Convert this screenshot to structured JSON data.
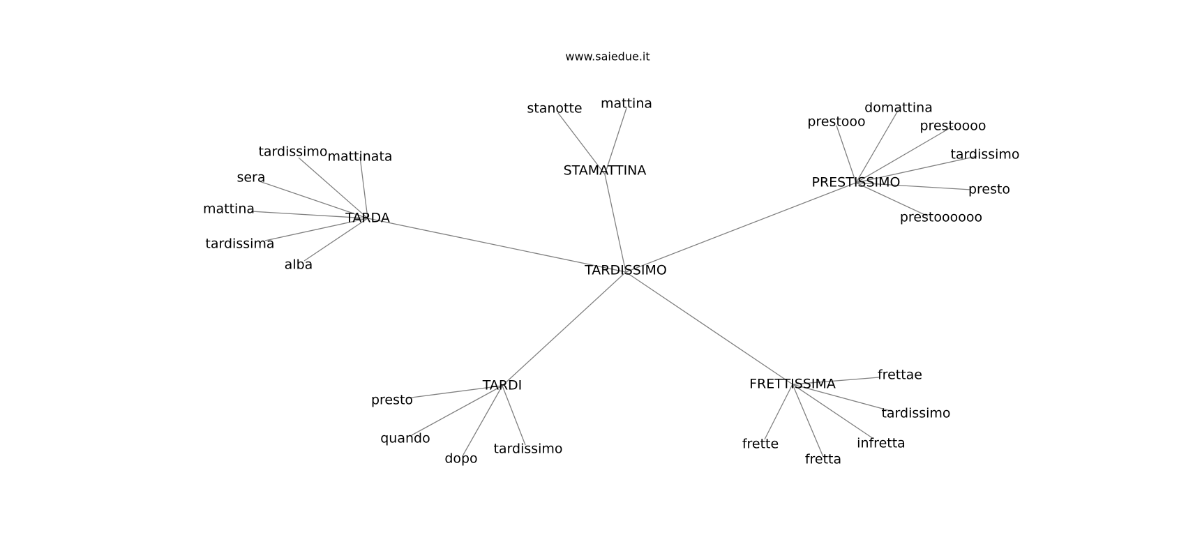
{
  "watermark": "www.saiedue.it",
  "center": "TARDISSIMO",
  "clusters": [
    {
      "hub": "TARDA",
      "leaves": [
        "tardissimo",
        "mattinata",
        "sera",
        "mattina",
        "tardissima",
        "alba"
      ]
    },
    {
      "hub": "STAMATTINA",
      "leaves": [
        "stanotte",
        "mattina"
      ]
    },
    {
      "hub": "PRESTISSIMO",
      "leaves": [
        "prestooo",
        "domattina",
        "prestoooo",
        "tardissimo",
        "presto",
        "prestoooooo"
      ]
    },
    {
      "hub": "TARDI",
      "leaves": [
        "presto",
        "quando",
        "dopo",
        "tardissimo"
      ]
    },
    {
      "hub": "FRETTISSIMA",
      "leaves": [
        "frettae",
        "tardissimo",
        "frette",
        "fretta",
        "infretta"
      ]
    }
  ]
}
